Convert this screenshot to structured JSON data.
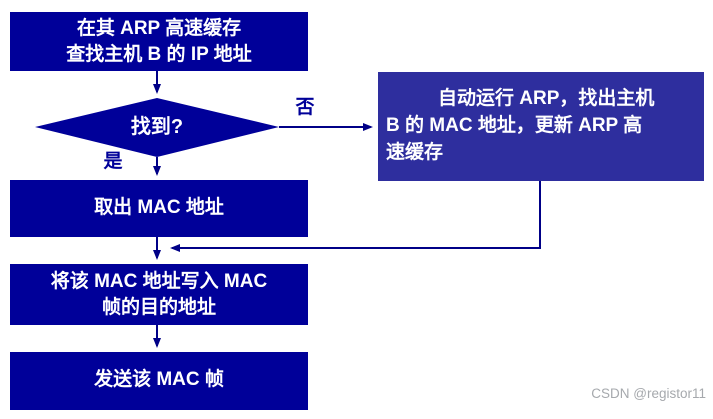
{
  "diagram": {
    "title_context": "ARP address resolution flowchart",
    "nodes": {
      "lookup": "在其 ARP 高速缓存\n查找主机 B 的 IP 地址",
      "decision": "找到?",
      "run_arp": "自动运行 ARP，找出主机\nB 的 MAC 地址，更新 ARP 高\n速缓存",
      "get_mac": "取出 MAC 地址",
      "write_mac": "将该 MAC 地址写入 MAC\n帧的目的地址",
      "send_frame": "发送该 MAC 帧"
    },
    "edge_labels": {
      "no": "否",
      "yes": "是"
    },
    "watermark": "CSDN @registor11",
    "colors": {
      "node_fill": "#000099",
      "alt_node_fill": "#2E2E9E",
      "connector": "#000087",
      "node_text": "#FFFFFF",
      "edge_label_text": "#000099",
      "watermark_text": "#A6A9AD"
    }
  }
}
